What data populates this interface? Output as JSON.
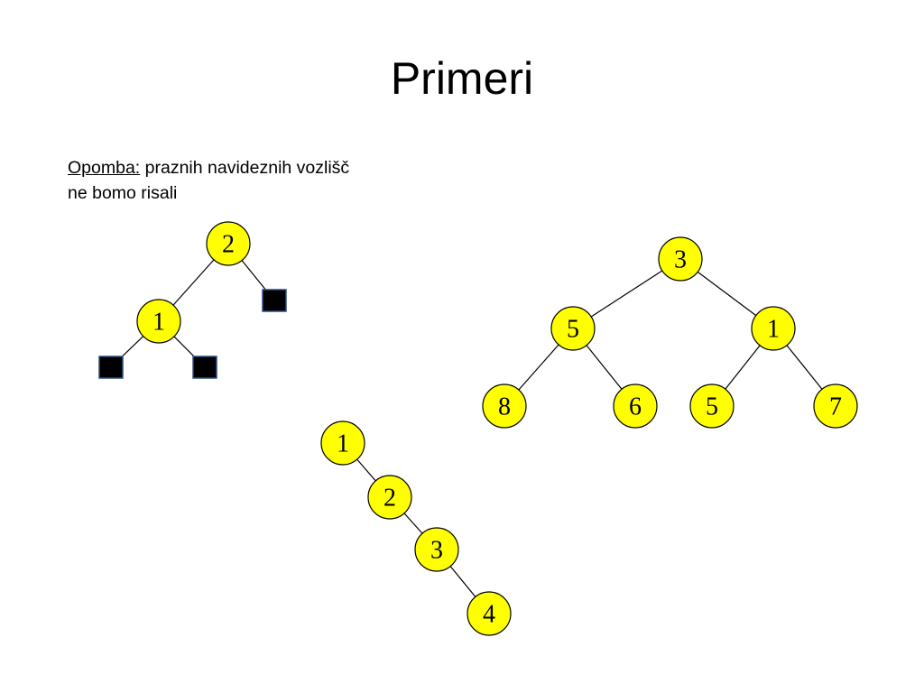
{
  "title": "Primeri",
  "note": {
    "label": "Opomba:",
    "text": " praznih navideznih vozlišč ne bomo risali"
  },
  "colors": {
    "node_fill": "#ffff00",
    "node_stroke": "#000000",
    "empty_leaf": "#000000"
  },
  "trees": [
    {
      "id": "tree-a",
      "nodes": [
        {
          "id": "a1",
          "label": "2",
          "kind": "circle"
        },
        {
          "id": "a2",
          "label": "1",
          "kind": "circle"
        },
        {
          "id": "a3",
          "label": "",
          "kind": "empty-leaf"
        },
        {
          "id": "a4",
          "label": "",
          "kind": "empty-leaf"
        },
        {
          "id": "a5",
          "label": "",
          "kind": "empty-leaf"
        }
      ],
      "edges": [
        [
          "a1",
          "a2"
        ],
        [
          "a1",
          "a3"
        ],
        [
          "a2",
          "a4"
        ],
        [
          "a2",
          "a5"
        ]
      ]
    },
    {
      "id": "tree-b",
      "nodes": [
        {
          "id": "b1",
          "label": "3",
          "kind": "circle"
        },
        {
          "id": "b2",
          "label": "5",
          "kind": "circle"
        },
        {
          "id": "b3",
          "label": "1",
          "kind": "circle"
        },
        {
          "id": "b4",
          "label": "8",
          "kind": "circle"
        },
        {
          "id": "b5",
          "label": "6",
          "kind": "circle"
        },
        {
          "id": "b6",
          "label": "5",
          "kind": "circle"
        },
        {
          "id": "b7",
          "label": "7",
          "kind": "circle"
        }
      ],
      "edges": [
        [
          "b1",
          "b2"
        ],
        [
          "b1",
          "b3"
        ],
        [
          "b2",
          "b4"
        ],
        [
          "b2",
          "b5"
        ],
        [
          "b3",
          "b6"
        ],
        [
          "b3",
          "b7"
        ]
      ]
    },
    {
      "id": "tree-c",
      "nodes": [
        {
          "id": "c1",
          "label": "1",
          "kind": "circle"
        },
        {
          "id": "c2",
          "label": "2",
          "kind": "circle"
        },
        {
          "id": "c3",
          "label": "3",
          "kind": "circle"
        },
        {
          "id": "c4",
          "label": "4",
          "kind": "circle"
        }
      ],
      "edges": [
        [
          "c1",
          "c2"
        ],
        [
          "c2",
          "c3"
        ],
        [
          "c3",
          "c4"
        ]
      ]
    }
  ]
}
